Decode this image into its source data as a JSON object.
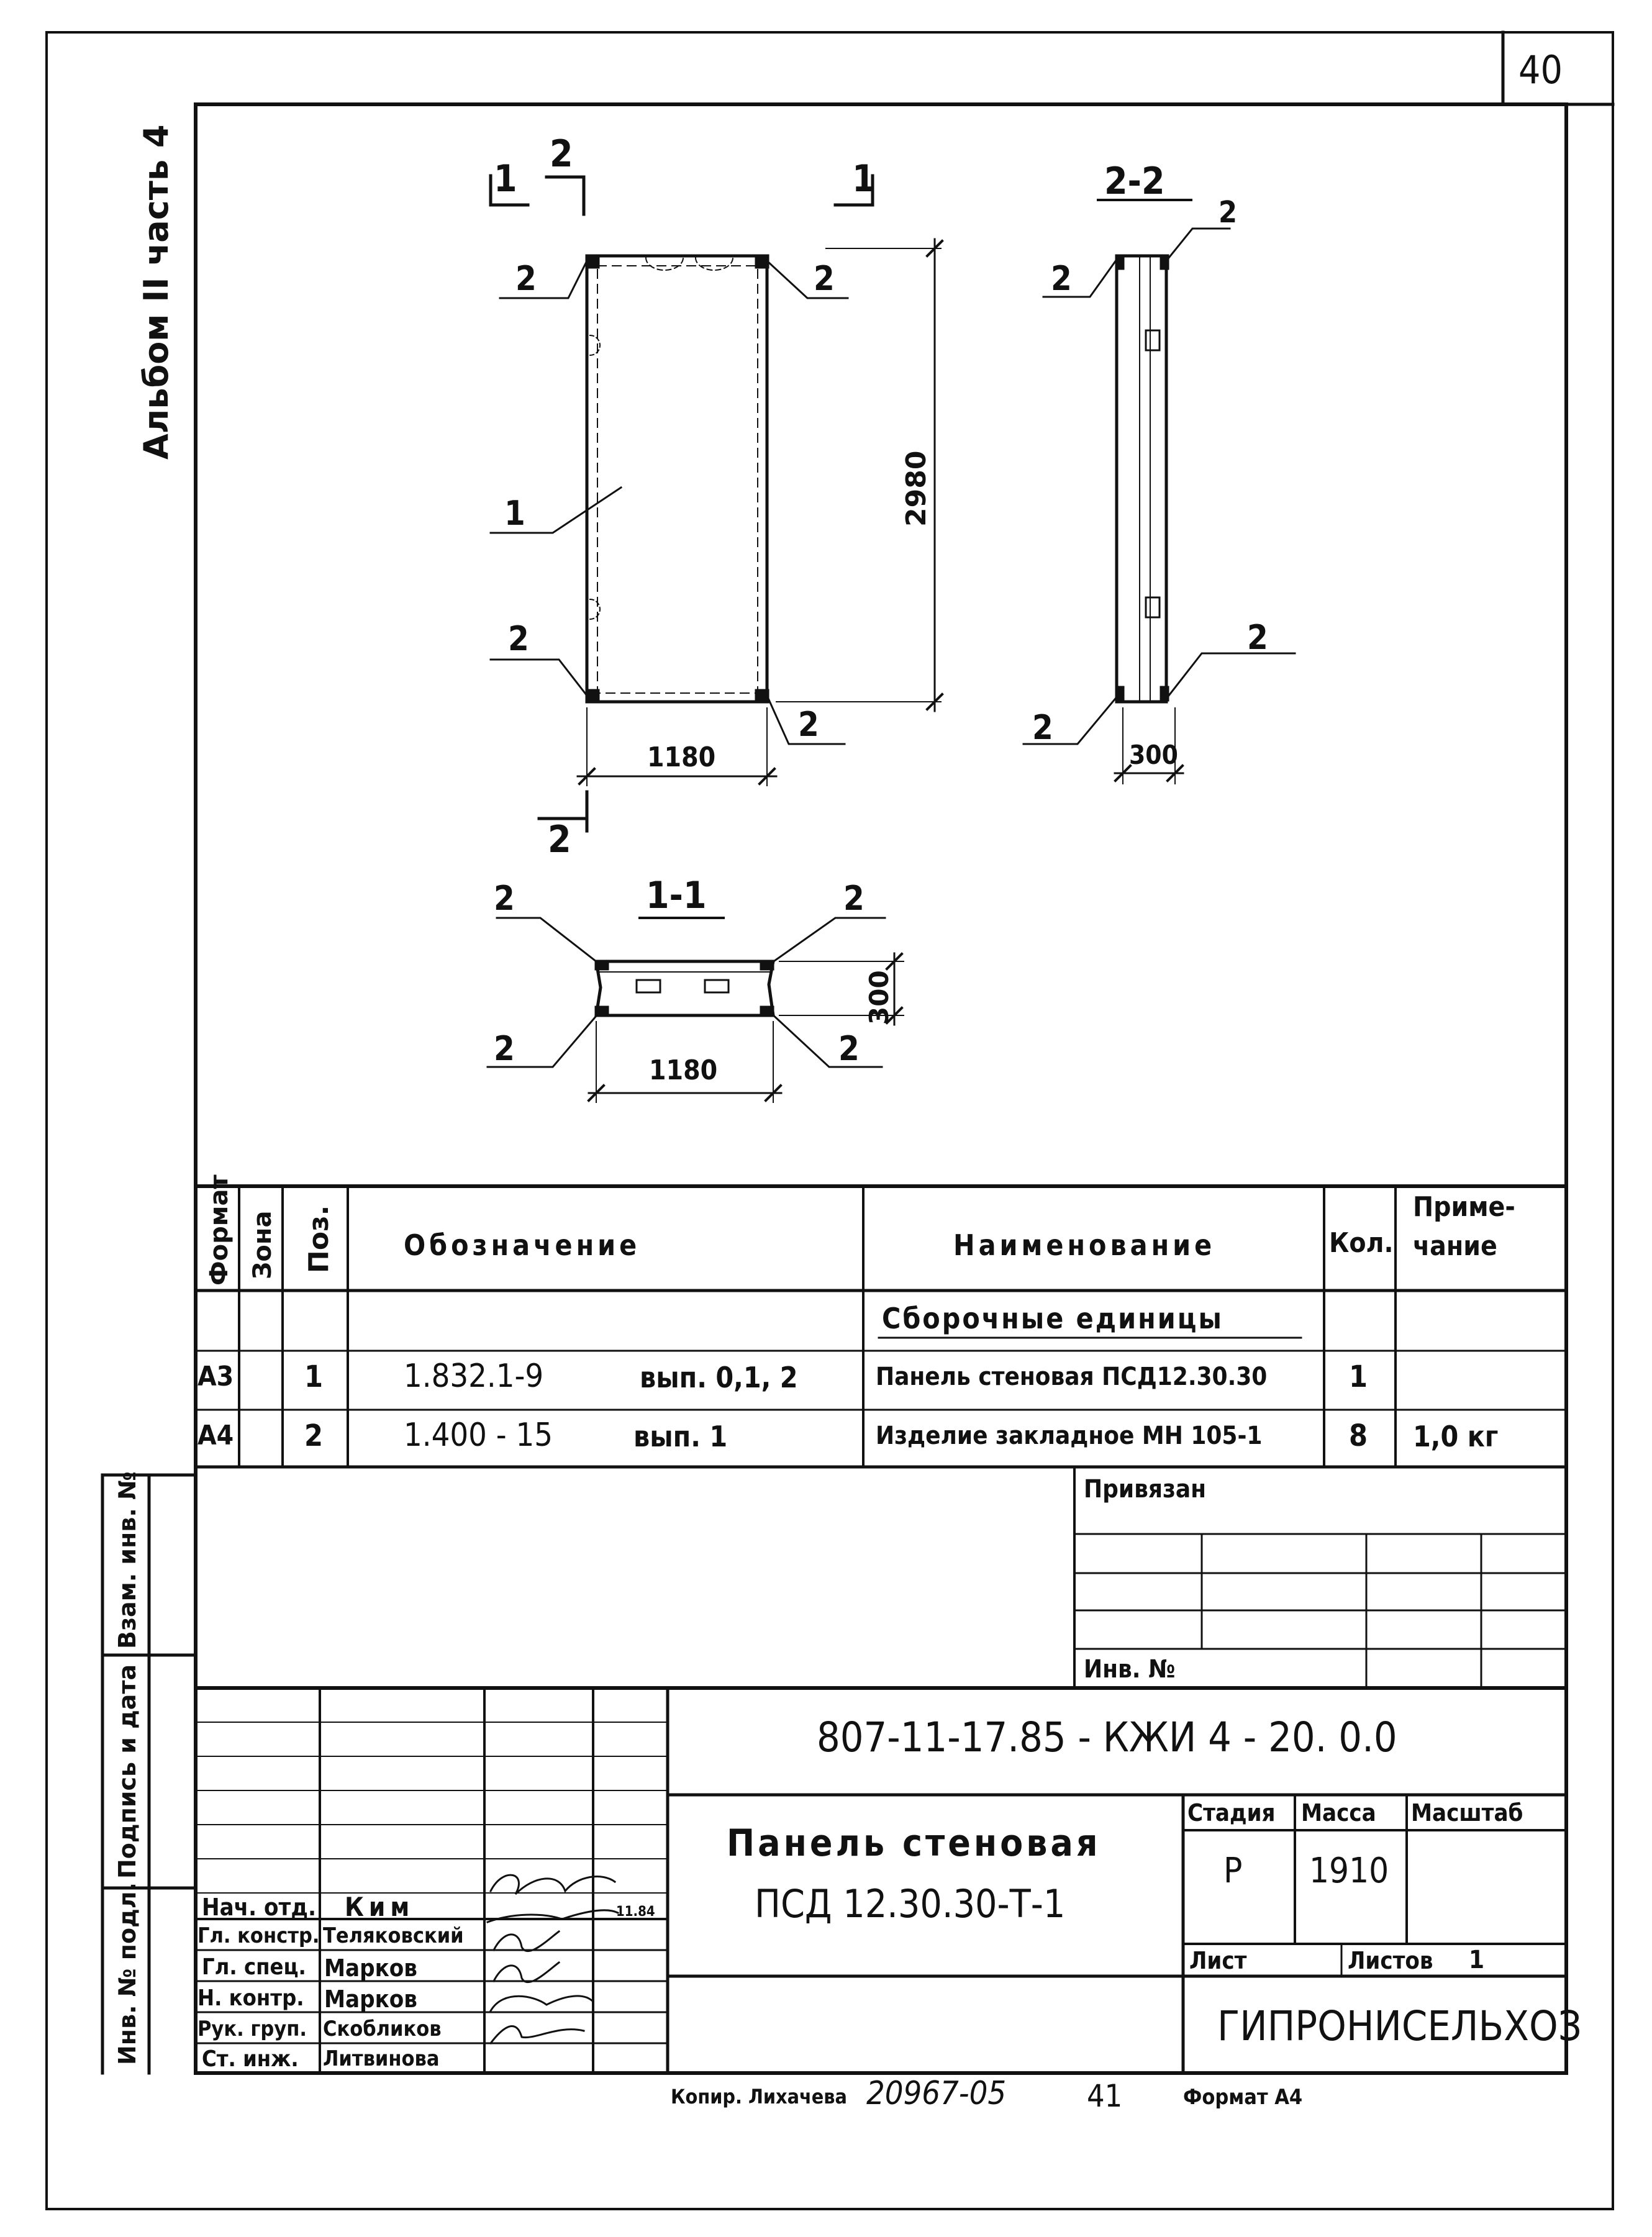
{
  "page_number": "40",
  "side_album": "Альбом II часть 4",
  "drawing": {
    "main_view": {
      "cut_1_left": "1",
      "cut_2_top": "2",
      "cut_1_right": "1",
      "cut_2_bottom": "2",
      "callout_tl": "2",
      "callout_tr": "2",
      "callout_bl": "2",
      "callout_br": "2",
      "callout_panel": "1",
      "dim_height": "2980",
      "dim_width": "1180"
    },
    "section_22": {
      "title": "2-2",
      "callout_top_left": "2",
      "callout_top_right": "2",
      "callout_bottom_right": "2",
      "callout_bottom_left": "2",
      "dim_width": "300"
    },
    "section_11": {
      "title": "1-1",
      "callout_tl": "2",
      "callout_tr": "2",
      "callout_bl": "2",
      "callout_br": "2",
      "dim_width": "1180",
      "dim_height": "300"
    }
  },
  "spec_table": {
    "headers": {
      "format": "Формат",
      "zone": "Зона",
      "pos": "Поз.",
      "designation": "Обозначение",
      "name": "Наименование",
      "qty": "Кол.",
      "note_1": "Приме-",
      "note_2": "чание"
    },
    "section_title": "Сборочные единицы",
    "rows": [
      {
        "format": "А3",
        "pos": "1",
        "designation": "1.832.1-9",
        "issue": "вып. 0,1, 2",
        "name": "Панель стеновая ПСД12.30.30",
        "qty": "1",
        "note": ""
      },
      {
        "format": "А4",
        "pos": "2",
        "designation": "1.400 - 15",
        "issue": "вып. 1",
        "name": "Изделие закладное МН 105-1",
        "qty": "8",
        "note": "1,0 кг"
      }
    ]
  },
  "side_stamp": {
    "vzam": "Взам. инв. №",
    "podpis": "Подпись и дата",
    "inv_podl": "Инв. № подл."
  },
  "privyazan": {
    "title": "Привязан",
    "inv": "Инв. №"
  },
  "title_block": {
    "code": "807-11-17.85 - КЖИ 4 - 20. 0.0",
    "name_line1": "Панель стеновая",
    "name_line2": "ПСД 12.30.30-Т-1",
    "stage_label": "Стадия",
    "mass_label": "Масса",
    "scale_label": "Масштаб",
    "stage": "Р",
    "mass": "1910",
    "sheet_label": "Лист",
    "sheets_label": "Листов",
    "sheets": "1",
    "org": "ГИПРОНИСЕЛЬХОЗ",
    "signature_date": "11.84",
    "signatories": [
      {
        "role": "Нач. отд.",
        "name": "Ким"
      },
      {
        "role": "Гл. констр.",
        "name": "Теляковский"
      },
      {
        "role": "Гл. спец.",
        "name": "Марков"
      },
      {
        "role": "Н. контр.",
        "name": "Марков"
      },
      {
        "role": "Рук. груп.",
        "name": "Скобликов"
      },
      {
        "role": "Ст. инж.",
        "name": "Литвинова"
      }
    ]
  },
  "footer": {
    "copier": "Копир. Лихачева",
    "order": "20967-05",
    "sheet_no": "41",
    "format": "Формат А4"
  }
}
